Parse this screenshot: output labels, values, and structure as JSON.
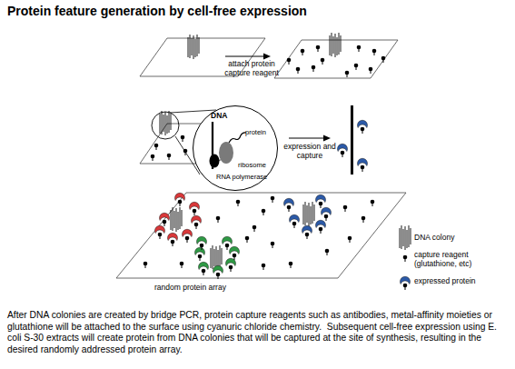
{
  "diagram": {
    "title": "Protein feature generation by cell-free expression",
    "caption": "After DNA colonies are created by bridge PCR, protein capture reagents such as antibodies, metal-affinity moieties or glutathione will be attached to the surface using cyanuric chloride chemistry.  Subsequent cell-free expression using E. coli S-30 extracts will create protein from DNA colonies that will be captured at the site of synthesis, resulting in the desired randomly addressed protein array.",
    "nodes": [
      {
        "text": [
          "DNA",
          "protein",
          "ribosome",
          "RNA polymerase"
        ]
      },
      {
        "text": [
          "random protein array"
        ]
      }
    ],
    "labels": [
      "attach protein capture reagent",
      "expression and capture"
    ],
    "legend": [
      {
        "text": "DNA colony"
      },
      {
        "text": "capture reagent (glutathione, etc)"
      },
      {
        "text": "expressed protein"
      }
    ]
  }
}
